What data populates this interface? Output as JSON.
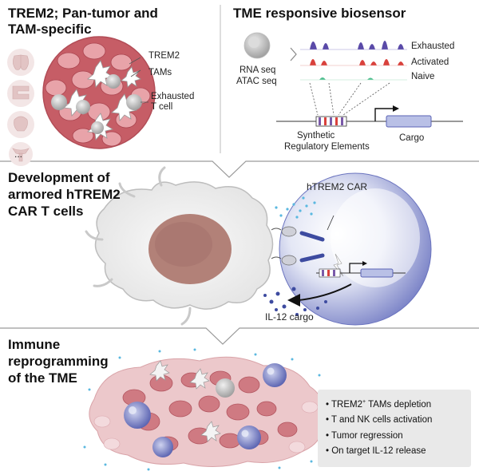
{
  "panel1": {
    "title_line1": "TREM2; Pan-tumor and",
    "title_line2": "TAM-specific",
    "label_trem2": "TREM2",
    "label_tams": "TAMs",
    "label_exhausted_line1": "Exhausted",
    "label_exhausted_line2": "T cell",
    "ellipsis": "..."
  },
  "panel2": {
    "title": "TME responsive biosensor",
    "rna_seq": "RNA seq",
    "atac_seq": "ATAC seq",
    "state_exhausted": "Exhausted",
    "state_activated": "Activated",
    "state_naive": "Naive",
    "synthetic_line1": "Synthetic",
    "synthetic_line2": "Regulatory Elements",
    "cargo": "Cargo"
  },
  "panel3": {
    "title_line1": "Development of",
    "title_line2": "armored hTREM2",
    "title_line3": "CAR T cells",
    "car_label": "hTREM2 CAR",
    "il12_label": "IL-12 cargo"
  },
  "panel4": {
    "title_line1": "Immune",
    "title_line2": "reprogramming",
    "title_line3": "of the TME",
    "bullet1_prefix": "• TREM2",
    "bullet1_sup": "+",
    "bullet1_suffix": " TAMs depletion",
    "bullet2": "• T and NK cells activation",
    "bullet3": "• Tumor regression",
    "bullet4": "• On target IL-12 release"
  },
  "colors": {
    "tumor_red": "#c9606a",
    "tumor_pink": "#e7b8bc",
    "tcell_blue": "#5b63b5",
    "tcell_light": "#dfe2f3",
    "tam_gray": "#bdbdbd",
    "exhausted_purple": "#5a4aa8",
    "activated_red": "#d9413c",
    "naive_green": "#4fbf8f",
    "macrophage_brown": "#a77a72"
  }
}
